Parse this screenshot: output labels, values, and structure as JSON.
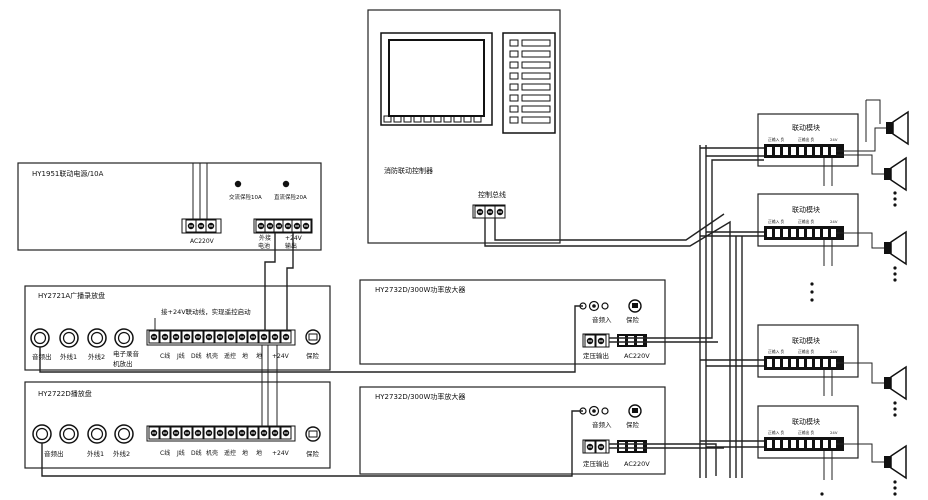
{
  "controller": {
    "title": "消防联动控制器",
    "bus_label": "控制总线"
  },
  "power": {
    "title": "HY1951联动电源/10A",
    "ac_label": "AC220V",
    "ac_protect": "交流保险10A",
    "dc_protect": "直流保险20A",
    "ext_battery": "外接",
    "battery": "电池",
    "plus24": "+24V",
    "output": "输出"
  },
  "recorder": {
    "title": "HY2721A广播录放盘",
    "note": "接+24V联动线，实现遥控启动",
    "jacks": [
      "音频出",
      "外线1",
      "外线2",
      "电子录音"
    ],
    "jack_sub": "机放出",
    "terminals": [
      "C线",
      "J线",
      "D线",
      "机壳",
      "遥控",
      "地",
      "地",
      "+24V"
    ],
    "fuse": "保险"
  },
  "player": {
    "title": "HY2722D播放盘",
    "jacks": [
      "音频出",
      "外线1",
      "外线2"
    ],
    "terminals": [
      "C线",
      "J线",
      "D线",
      "机壳",
      "遥控",
      "地",
      "地",
      "+24V"
    ],
    "fuse": "保险"
  },
  "amplifiers": [
    {
      "title": "HY2732D/300W功率放大器",
      "audio_in": "音频入",
      "fuse": "保险",
      "const_out": "定压输出",
      "ac": "AC220V"
    },
    {
      "title": "HY2732D/300W功率放大器",
      "audio_in": "音频入",
      "fuse": "保险",
      "const_out": "定压输出",
      "ac": "AC220V"
    }
  ],
  "modules": [
    "联动模块",
    "联动模块",
    "联动模块",
    "联动模块"
  ],
  "module_term_labels": [
    "正输入 负",
    "正输出 负",
    "24V"
  ]
}
